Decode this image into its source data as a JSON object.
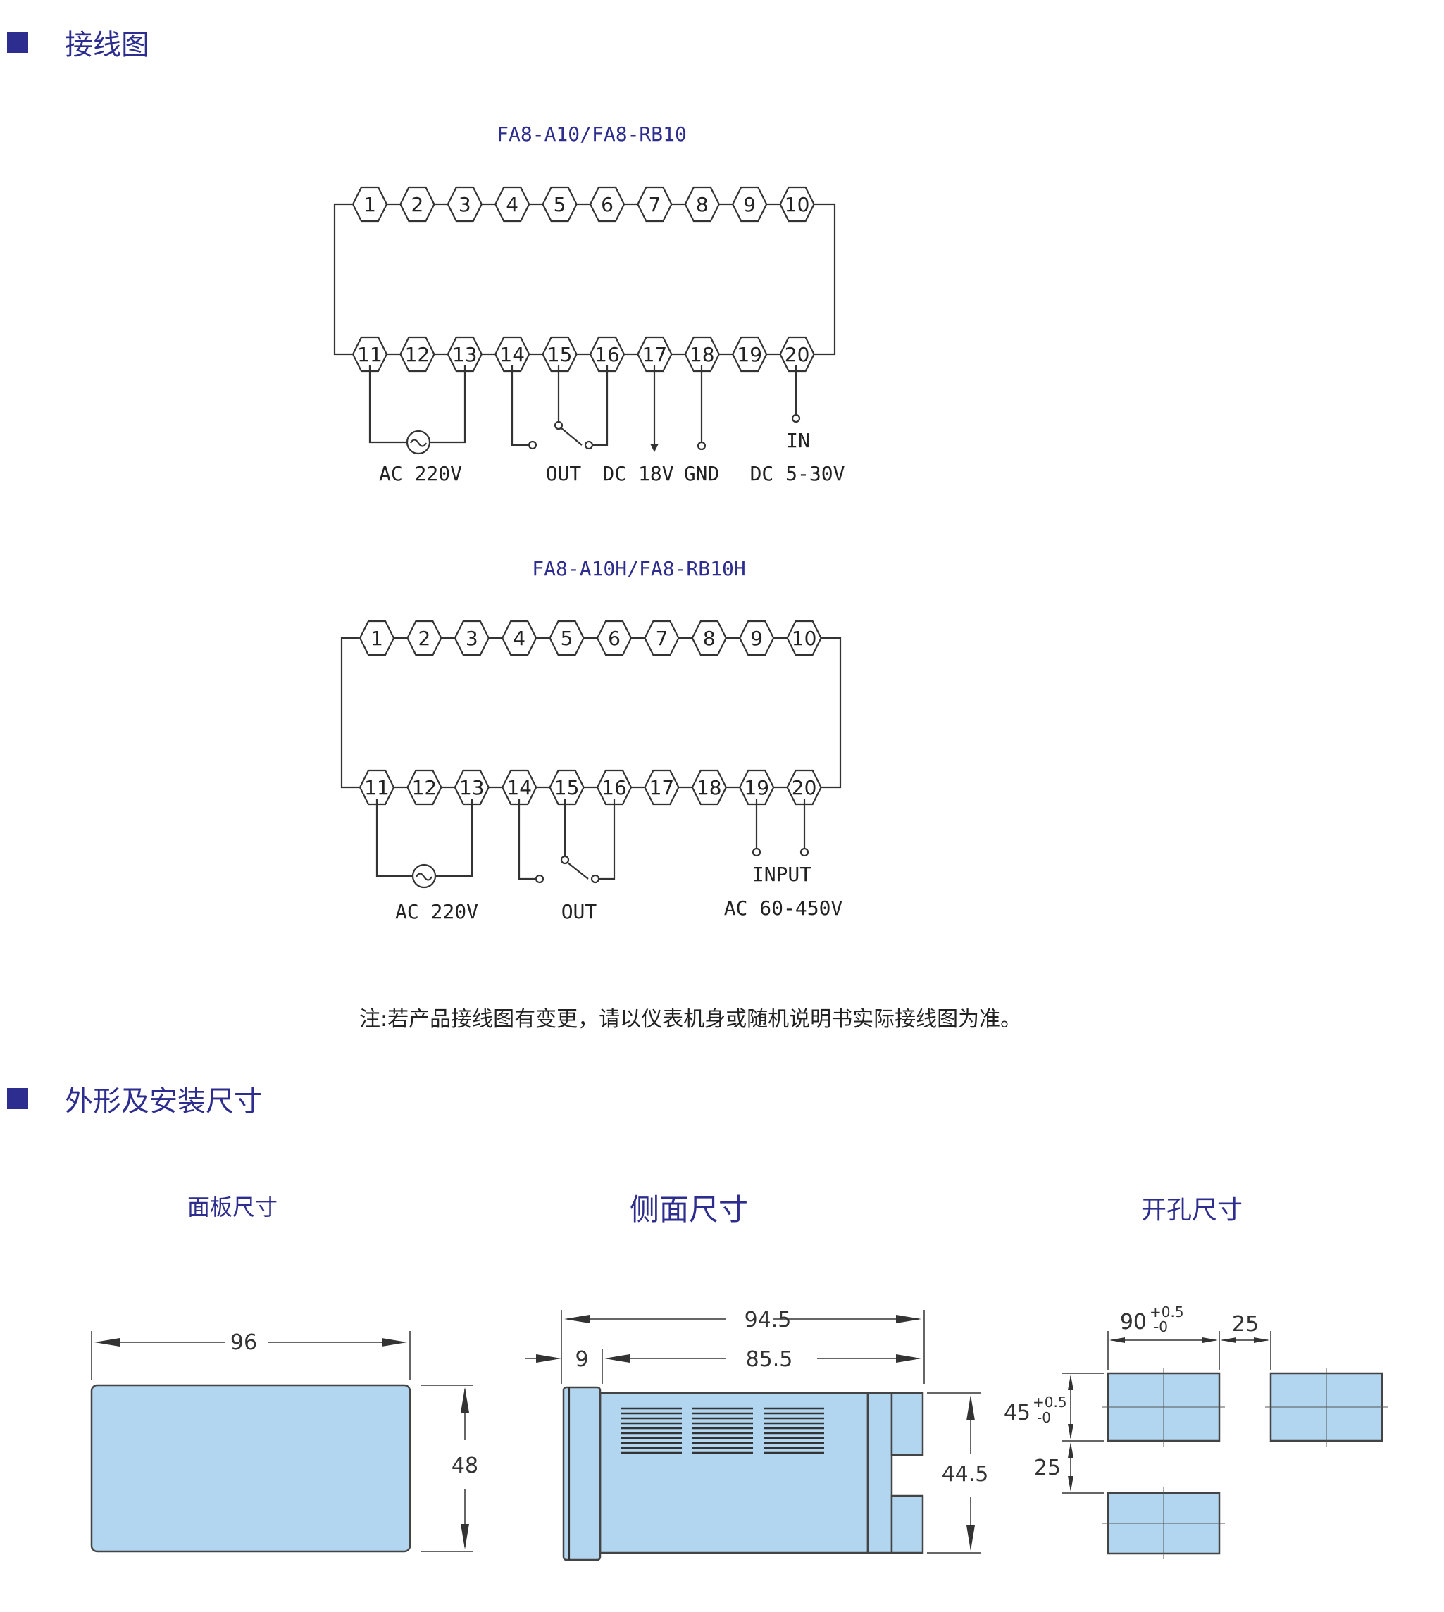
{
  "sections": {
    "wiring_title": "接线图",
    "dimensions_title": "外形及安装尺寸"
  },
  "diagrams": [
    {
      "model": "FA8-A10/FA8-RB10",
      "labels": {
        "ac": "AC 220V",
        "out": "OUT",
        "dc18": "DC 18V",
        "gnd": "GND",
        "in": "IN",
        "dc530": "DC 5-30V"
      }
    },
    {
      "model": "FA8-A10H/FA8-RB10H",
      "labels": {
        "ac": "AC 220V",
        "out": "OUT",
        "input": "INPUT",
        "ac60": "AC 60-450V"
      }
    }
  ],
  "pins_top": [
    "1",
    "2",
    "3",
    "4",
    "5",
    "6",
    "7",
    "8",
    "9",
    "10"
  ],
  "pins_bottom": [
    "11",
    "12",
    "13",
    "14",
    "15",
    "16",
    "17",
    "18",
    "19",
    "20"
  ],
  "note": "注:若产品接线图有变更，请以仪表机身或随机说明书实际接线图为准。",
  "dimensions": {
    "panel": {
      "title": "面板尺寸",
      "width": "96",
      "height": "48"
    },
    "side": {
      "title": "侧面尺寸",
      "total": "94.5",
      "front": "9",
      "depth": "85.5",
      "height": "44.5"
    },
    "cutout": {
      "title": "开孔尺寸",
      "width": "90",
      "width_tol_plus": "+0.5",
      "width_tol_minus": "-0",
      "height": "45",
      "height_tol_plus": "+0.5",
      "height_tol_minus": "-0",
      "gap_h": "25",
      "gap_v": "25"
    }
  },
  "colors": {
    "accent": "#2d2d8f",
    "body_fill": "#b3d6f0"
  }
}
